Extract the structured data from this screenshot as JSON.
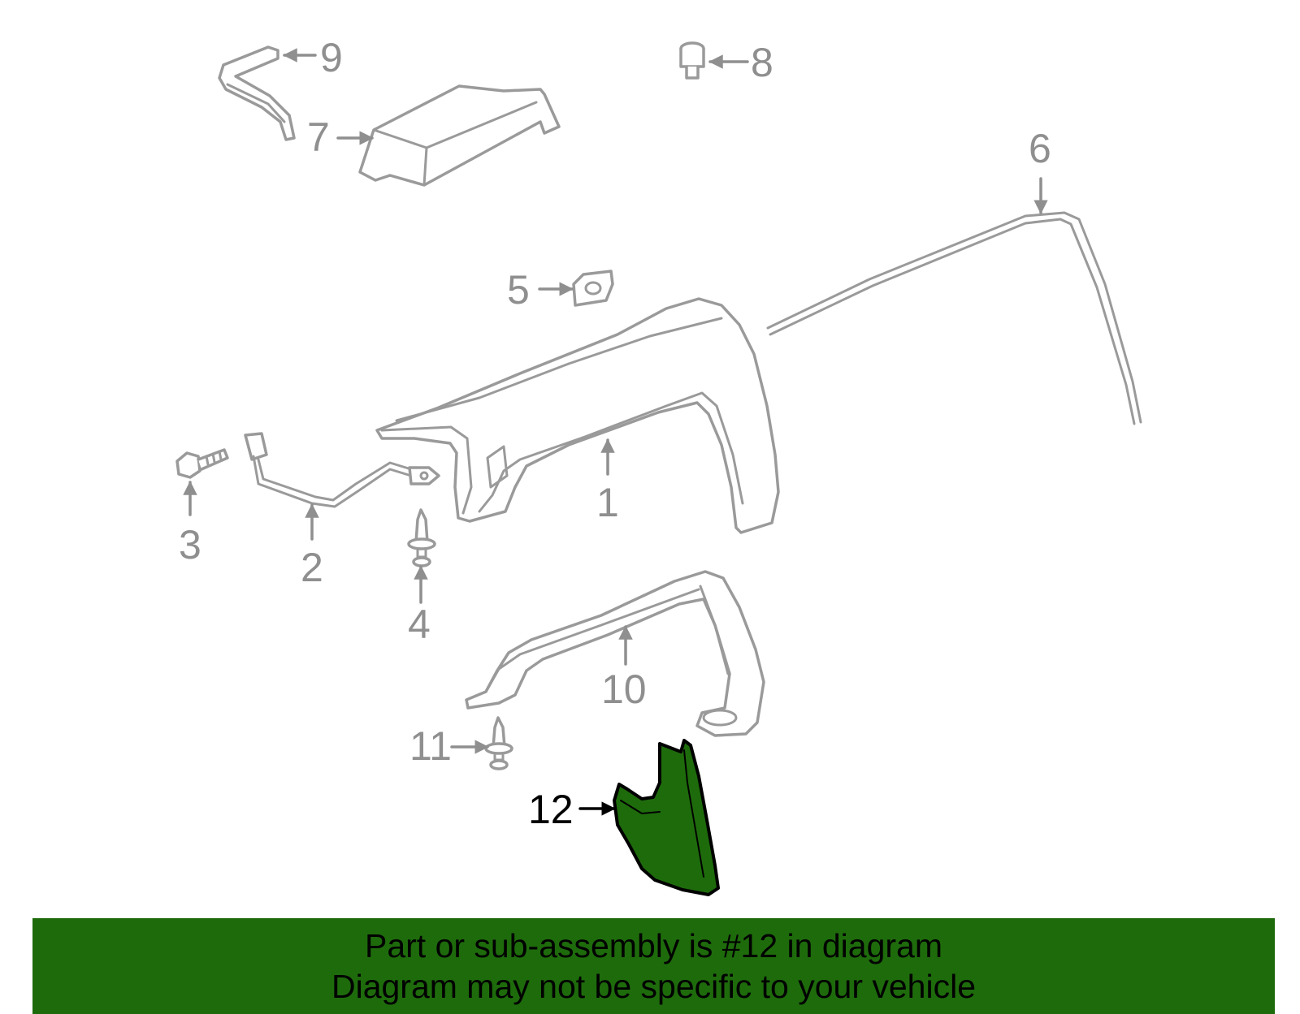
{
  "diagram": {
    "highlight_color": "#1e6b0c",
    "banner_color": "#1e6b0c",
    "active_callout": "12",
    "callouts": {
      "c1": "1",
      "c2": "2",
      "c3": "3",
      "c4": "4",
      "c5": "5",
      "c6": "6",
      "c7": "7",
      "c8": "8",
      "c9": "9",
      "c10": "10",
      "c11": "11",
      "c12": "12"
    }
  },
  "banner": {
    "line1": "Part or sub-assembly is #12 in diagram",
    "line2": "Diagram may not be specific to your vehicle"
  }
}
